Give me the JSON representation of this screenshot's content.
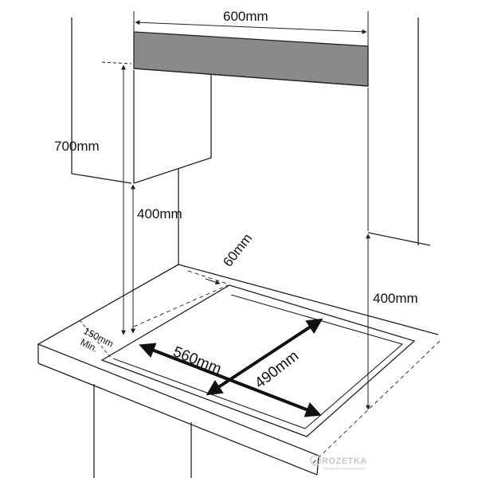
{
  "labels": {
    "width_top": "600mm",
    "height_700": "700mm",
    "height_400_left": "400mm",
    "height_400_right": "400mm",
    "gap_60": "60mm",
    "clearance_150": "150mm",
    "clearance_min": "Min.",
    "cutout_560": "560mm",
    "cutout_490": "490mm"
  },
  "watermark": {
    "brand": "ROZETKA",
    "tagline": "интернет-супермаркет"
  },
  "colors": {
    "line": "#222222",
    "hood_fill": "#8a8a8a",
    "dashed": "#333333",
    "arrow": "#111111"
  }
}
